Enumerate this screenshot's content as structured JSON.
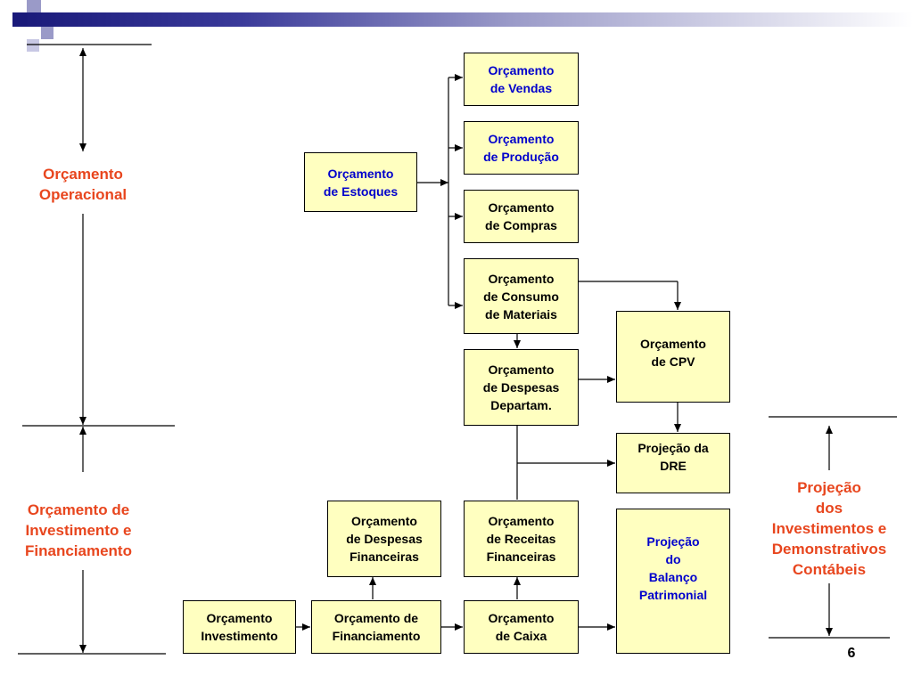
{
  "boxes": {
    "vendas": "Orçamento\nde Vendas",
    "producao": "Orçamento\nde Produção",
    "estoques": "Orçamento\nde Estoques",
    "compras": "Orçamento\nde Compras",
    "consumo": "Orçamento\nde Consumo\nde Materiais",
    "cpv": "Orçamento\nde CPV",
    "despesas_departam": "Orçamento\nde Despesas\nDepartam.",
    "dre": "Projeção da\nDRE",
    "despesas_financeiras": "Orçamento\nde Despesas\nFinanceiras",
    "receitas_financeiras": "Orçamento\nde Receitas\nFinanceiras",
    "balanco": "Projeção\ndo\nBalanço\nPatrimonial",
    "investimento": "Orçamento\nInvestimento",
    "financiamento": "Orçamento de\nFinanciamento",
    "caixa": "Orçamento\nde Caixa"
  },
  "side_labels": {
    "operacional": "Orçamento\nOperacional",
    "investimento_financiamento": "Orçamento de\nInvestimento e\nFinanciamento",
    "projecao": "Projeção\ndos\nInvestimentos e\nDemonstrativos\nContábeis"
  },
  "page_number": "6",
  "colors": {
    "box_fill": "#ffffc0",
    "side_label": "#e8461e",
    "blue_text": "#0000cc",
    "header_dark": "#1a1a7a"
  }
}
